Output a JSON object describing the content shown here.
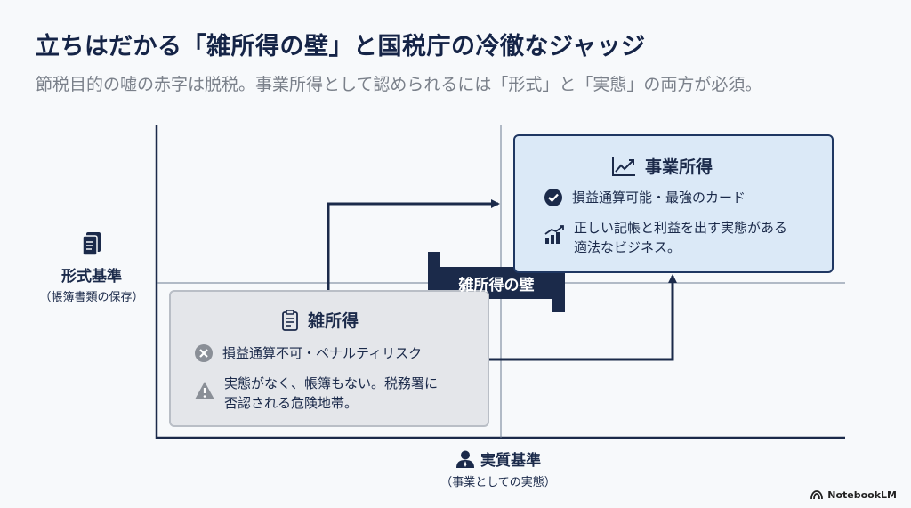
{
  "header": {
    "title": "立ちはだかる「雑所得の壁」と国税庁の冷徹なジャッジ",
    "subtitle": "節税目的の嘘の赤字は脱税。事業所得として認められるには「形式」と「実態」の両方が必須。"
  },
  "axes": {
    "y_label": "形式基準",
    "y_sub": "（帳簿書類の保存）",
    "x_label": "実質基準",
    "x_sub": "（事業としての実態）"
  },
  "misc_income": {
    "title": "雑所得",
    "point1": "損益通算不可・ペナルティリスク",
    "point2_line1": "実態がなく、帳簿もない。税務署に",
    "point2_line2": "否認される危険地帯。"
  },
  "business_income": {
    "title": "事業所得",
    "point1": "損益通算可能・最強のカード",
    "point2_line1": "正しい記帳と利益を出す実態がある",
    "point2_line2": "適法なビジネス。"
  },
  "wall": {
    "label": "雑所得の壁"
  },
  "brand": {
    "name": "NotebookLM"
  },
  "colors": {
    "navy": "#1b2a4a",
    "light_blue_box": "#dbe9f7",
    "gray_box": "#e4e6ea",
    "background": "#f7f9fb"
  },
  "icons": {
    "y_axis": "document-icon",
    "x_axis": "person-icon",
    "misc_title": "clipboard-icon",
    "misc_point1": "x-circle-icon",
    "misc_point2": "warning-icon",
    "biz_title": "line-chart-icon",
    "biz_point1": "check-circle-icon",
    "biz_point2": "bar-chart-up-icon"
  }
}
